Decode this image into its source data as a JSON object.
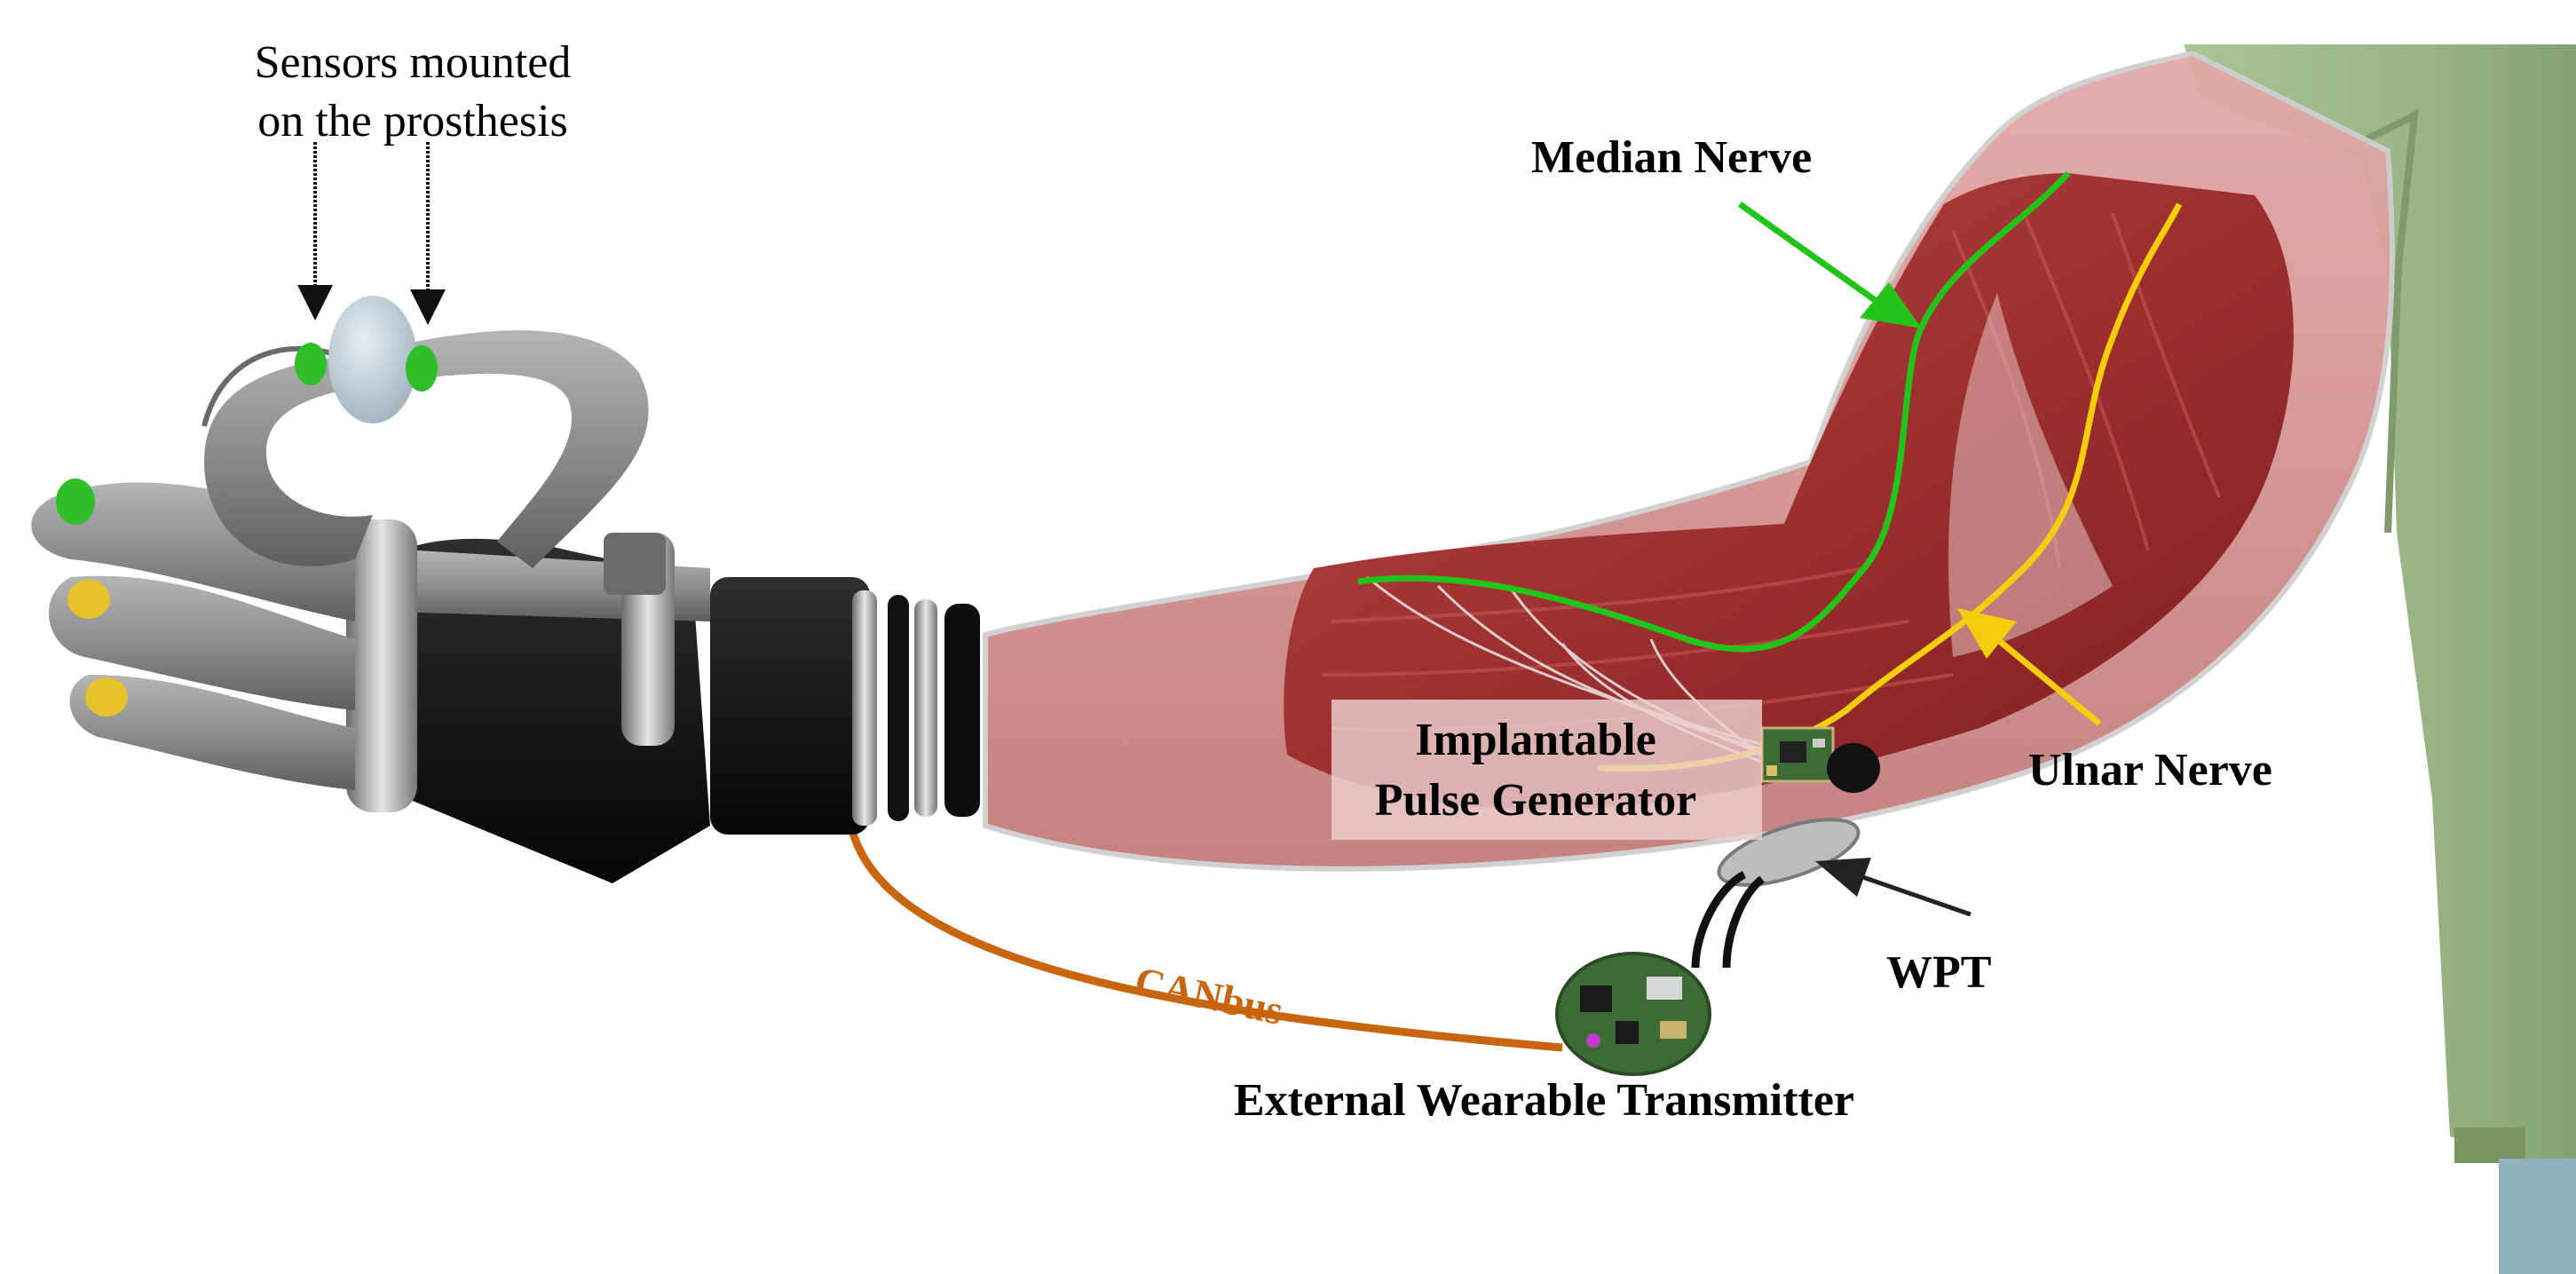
{
  "labels": {
    "sensors": [
      "Sensors mounted",
      "on the prosthesis"
    ],
    "median_nerve": "Median Nerve",
    "ulnar_nerve": "Ulnar Nerve",
    "ipg": [
      "Implantable",
      "Pulse Generator"
    ],
    "wpt": "WPT",
    "ewt": "External Wearable Transmitter",
    "canbus": "CANbus"
  },
  "colors": {
    "median_nerve": "#22c41a",
    "ulnar_nerve": "#f5cd0a",
    "canbus": "#c8650f",
    "sleeve": "#9cb886",
    "muscle": "#a8393a",
    "skin": "#d69694",
    "prosthesis_gray": "#8f8f8f",
    "prosthesis_black": "#141414",
    "pcb": "#3d6b35"
  }
}
